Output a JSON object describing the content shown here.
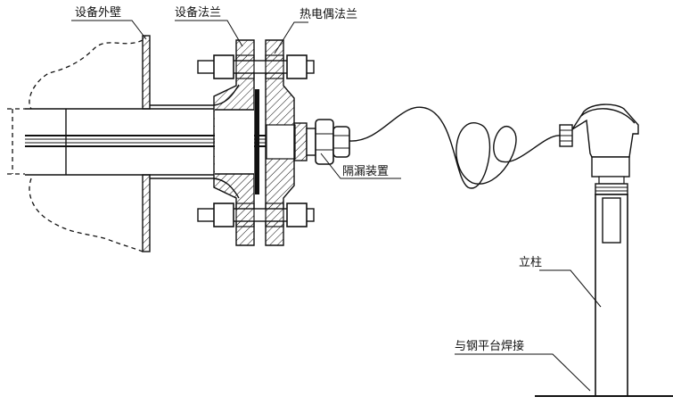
{
  "labels": {
    "vessel_wall": "设备外壁",
    "vessel_flange": "设备法兰",
    "thermocouple_flange": "热电偶法兰",
    "isolation_device": "隔漏装置",
    "column": "立柱",
    "weld_to_platform": "与钢平台焊接"
  },
  "colors": {
    "line": "#111111",
    "background": "#ffffff"
  }
}
